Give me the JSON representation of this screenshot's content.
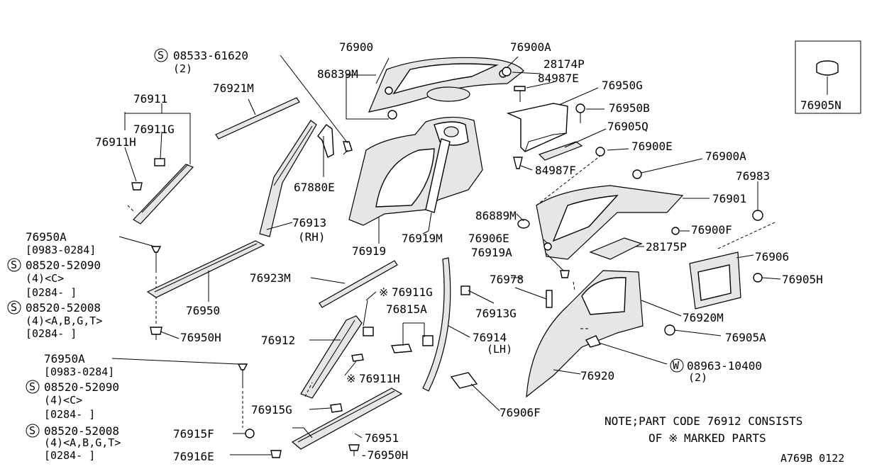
{
  "labels": {
    "p76900": "76900",
    "p76900A_top": "76900A",
    "p86839M": "86839M",
    "p28174P": "28174P",
    "p84987E": "84987E",
    "p76950G": "76950G",
    "p76950B": "76950B",
    "p76905Q": "76905Q",
    "p76900E": "76900E",
    "p84987F": "84987F",
    "p76900A_mid": "76900A",
    "p76983": "76983",
    "p76901": "76901",
    "p76905N": "76905N",
    "p08533": "08533-61620",
    "p08533_qty": "(2)",
    "p76921M": "76921M",
    "p76911": "76911",
    "p76911G": "76911G",
    "p76911H": "76911H",
    "p67880E": "67880E",
    "p76913": "76913",
    "p76913_rh": "(RH)",
    "p76919": "76919",
    "p76919M": "76919M",
    "p86889M": "86889M",
    "p76906E": "76906E",
    "p76919A": "76919A",
    "p76900F": "76900F",
    "p28175P": "28175P",
    "p76906": "76906",
    "p76905H": "76905H",
    "p76978": "76978",
    "p76913G": "76913G",
    "p76920M": "76920M",
    "p76905A": "76905A",
    "p76920": "76920",
    "p08963": "08963-10400",
    "p08963_qty": "(2)",
    "p76950A_1": "76950A",
    "p76950A_1_range": "[0983-0284]",
    "p08520_52090_1": "08520-52090",
    "p08520_52090_1_q": "(4)<C>",
    "p0284_1": "[0284-      ]",
    "p08520_52008_1": "08520-52008",
    "p08520_52008_1_q": "(4)<A,B,G,T>",
    "p0284_2": "[0284-      ]",
    "p76950": "76950",
    "p76950H_1": "76950H",
    "p76923M": "76923M",
    "p76911G_star": "76911G",
    "p76815A": "76815A",
    "p76914": "76914",
    "p76914_lh": "(LH)",
    "p76912": "76912",
    "p76911H_star": "76911H",
    "p76950A_2": "76950A",
    "p76950A_2_range": "[0983-0284]",
    "p08520_52090_2": "08520-52090",
    "p08520_52090_2_q": "(4)<C>",
    "p0284_3": "[0284-      ]",
    "p08520_52008_2": "08520-52008",
    "p08520_52008_2_q": "(4)<A,B,G,T>",
    "p0284_4": "[0284-      ]",
    "p76915G": "76915G",
    "p76915F": "76915F",
    "p76916E": "76916E",
    "p76951": "76951",
    "p76950H_2": "-76950H",
    "p76906F": "76906F"
  },
  "symbols": {
    "s_circle": "S",
    "w_circle": "W",
    "star": "※"
  },
  "note": {
    "line1": "NOTE;PART CODE 76912 CONSISTS",
    "line2_pre": "OF",
    "line2_post": "MARKED PARTS"
  },
  "footer_code": "A769B 0122"
}
